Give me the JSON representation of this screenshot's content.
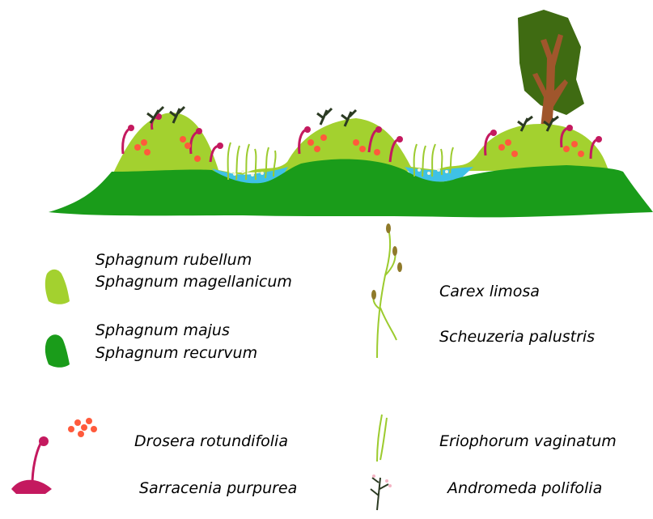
{
  "legend": {
    "sphagnum_high": [
      "Sphagnum rubellum",
      "Sphagnum magellanicum"
    ],
    "sphagnum_low": [
      "Sphagnum majus",
      "Sphagnum recurvum"
    ],
    "sedges": [
      "Carex limosa",
      "Scheuzeria palustris"
    ],
    "carnivorous": [
      "Drosera rotundifolia",
      "Sarracenia purpurea"
    ],
    "cottongrass": "Eriophorum vaginatum",
    "shrub": "Andromeda polifolia"
  },
  "colors": {
    "hummock_moss": "#a3d12f",
    "hollow_moss": "#1a9c1a",
    "pool_water": "#3fc1e6",
    "tree_canopy": "#3f6b12",
    "tree_trunk": "#a0562c",
    "pitcher_plant": "#c4195f",
    "sundew": "#ff5a3c",
    "sedge": "#9ccb2e",
    "shrub": "#2b3a22"
  },
  "icons": [
    "hummock-moss-swatch",
    "hollow-moss-swatch",
    "sedge-icon",
    "carnivorous-plants-icon",
    "cottongrass-icon",
    "shrub-icon",
    "tree-icon",
    "pool-water"
  ]
}
